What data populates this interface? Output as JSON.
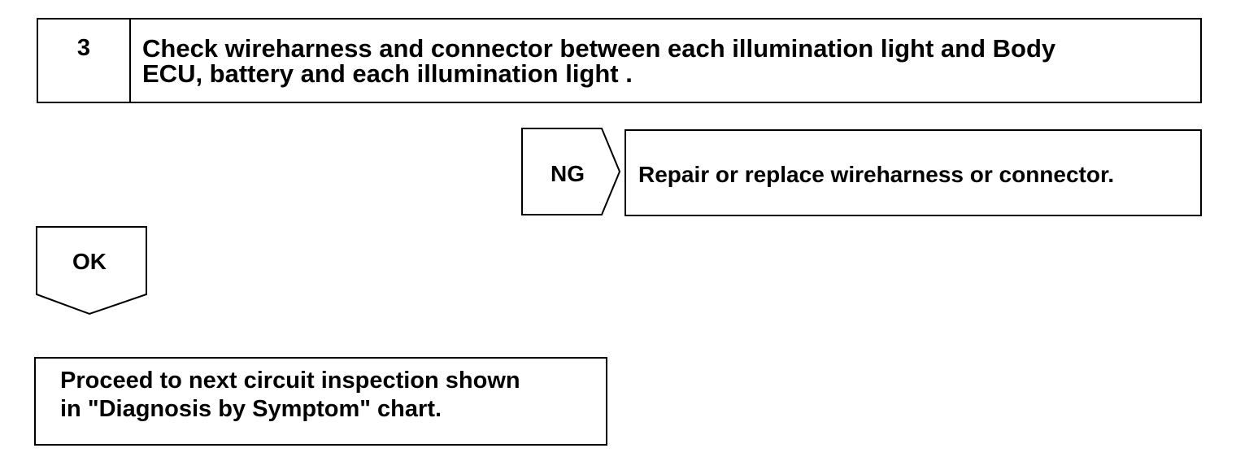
{
  "step": {
    "number": "3",
    "text": "Check wireharness and connector between each illumination light and Body\nECU, battery and each illumination light ."
  },
  "ng": {
    "label": "NG",
    "action": "Repair or replace wireharness or connector."
  },
  "ok": {
    "label": "OK"
  },
  "next": {
    "text": "Proceed to next circuit inspection shown\nin \"Diagnosis by Symptom\" chart."
  },
  "colors": {
    "line": "#000000",
    "background": "#ffffff"
  }
}
